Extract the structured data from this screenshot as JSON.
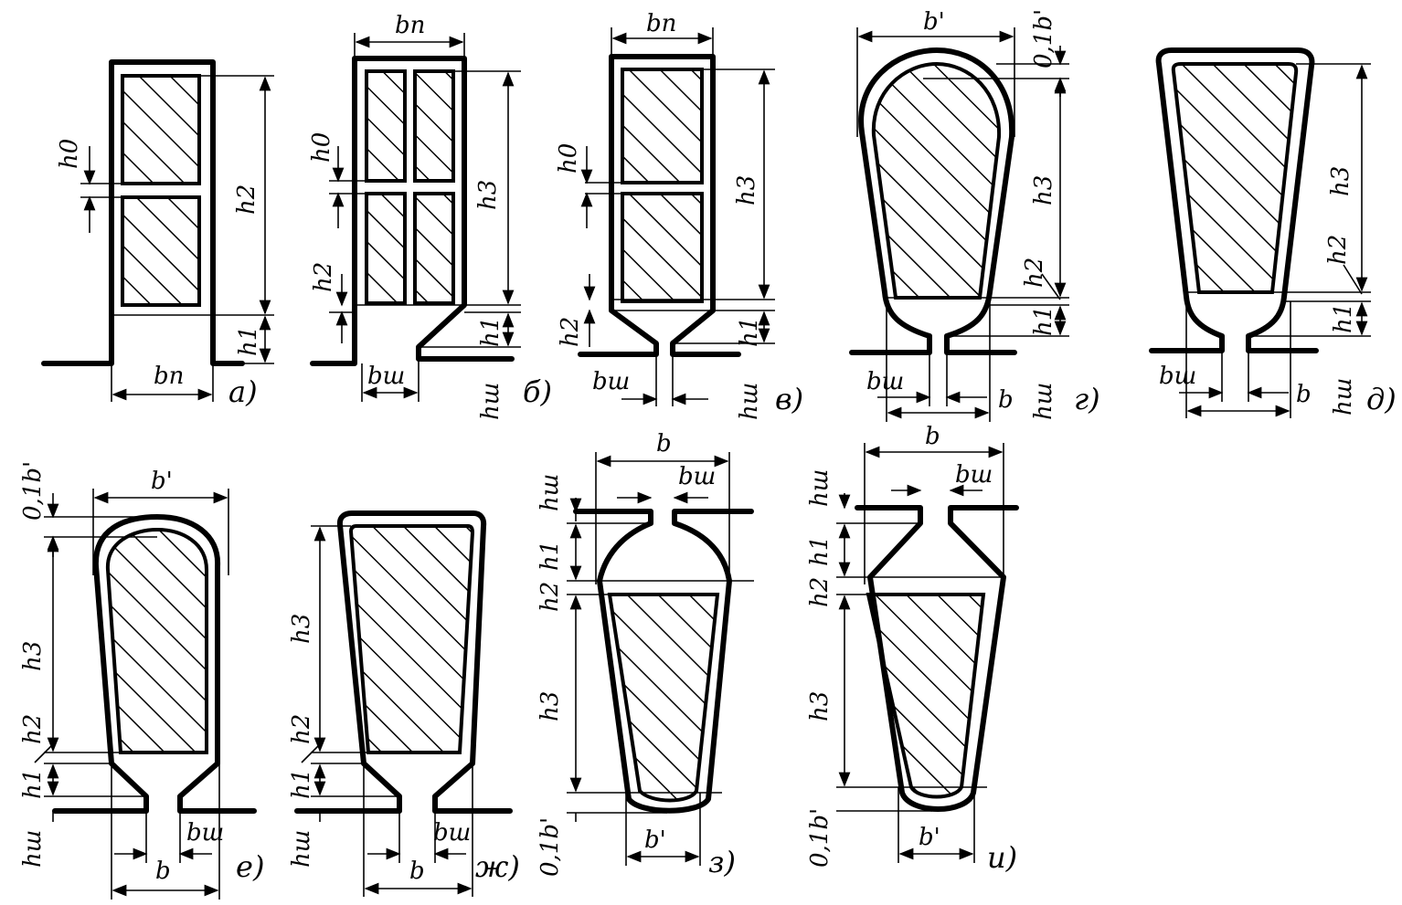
{
  "labels": {
    "h0": "h0",
    "h1": "h1",
    "h2": "h2",
    "h3": "h3",
    "hsh": "hш",
    "bp": "bп",
    "bsh": "bш",
    "b": "b",
    "bprime": "b'",
    "tenth_b": "0,1b'"
  },
  "figures": {
    "a": "а)",
    "b": "б)",
    "v": "в)",
    "g": "г)",
    "d": "д)",
    "e": "е)",
    "zh": "ж)",
    "z": "з)",
    "i": "и)"
  }
}
